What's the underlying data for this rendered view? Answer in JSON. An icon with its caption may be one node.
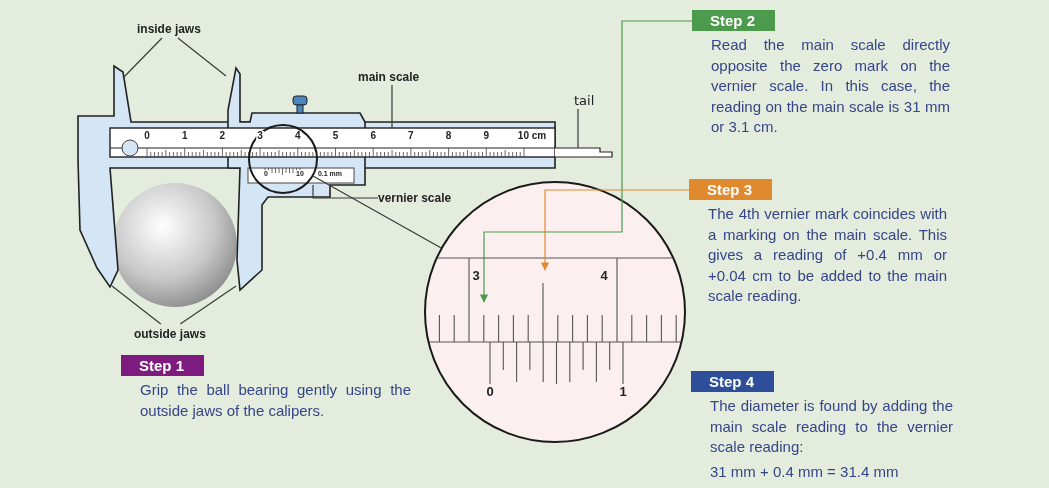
{
  "diagram": {
    "nodes": [
      {
        "text": [
          "inside jaws"
        ]
      },
      {
        "text": [
          "main scale"
        ]
      },
      {
        "text": [
          "tail"
        ]
      },
      {
        "text": [
          "vernier scale"
        ]
      },
      {
        "text": [
          "outside jaws"
        ]
      },
      {
        "text": [
          "Step 1",
          "Grip the ball bearing gently using the outside jaws of the calipers."
        ]
      },
      {
        "text": [
          "Step 2",
          "Read the main scale directly opposite the zero mark on the vernier scale. In this case, the reading on the main scale is 31 mm or 3.1 cm."
        ]
      },
      {
        "text": [
          "Step 3",
          "The 4th vernier mark coincides with a marking on the main scale. This gives a reading of +0.4 mm or +0.04 cm to be added to the main scale reading."
        ]
      },
      {
        "text": [
          "Step 4",
          "The diameter is found by adding the main scale reading to the vernier scale reading:",
          "31 mm + 0.4 mm = 31.4 mm"
        ]
      },
      {
        "text": [],
        "shape": "circle"
      },
      {
        "text": [],
        "shape": "circle",
        "in": 11
      },
      {
        "text": [],
        "shape": "picture"
      }
    ],
    "edges": [
      {
        "from": 0,
        "to": 11,
        "arrow": "none"
      },
      {
        "from": 0,
        "to": 11,
        "arrow": "none"
      },
      {
        "from": 1,
        "to": 11,
        "arrow": "none"
      },
      {
        "from": 2,
        "to": 11,
        "arrow": "none"
      },
      {
        "from": 3,
        "to": 11,
        "arrow": "none"
      },
      {
        "from": 4,
        "to": 11,
        "arrow": "none"
      },
      {
        "from": 4,
        "to": 11,
        "arrow": "none"
      },
      {
        "from": 6,
        "to": 9,
        "arrow": "to",
        "color": "#4c9a4c"
      },
      {
        "from": 7,
        "to": 9,
        "arrow": "to",
        "color": "#e08a30"
      },
      {
        "from": 10,
        "to": 9,
        "arrow": "none"
      }
    ],
    "labels": [
      "0",
      "1",
      "2",
      "3",
      "4",
      "5",
      "6",
      "7",
      "8",
      "9",
      "10 cm",
      "0",
      "10",
      "0.1 mm",
      "3",
      "4",
      "0",
      "1"
    ]
  }
}
